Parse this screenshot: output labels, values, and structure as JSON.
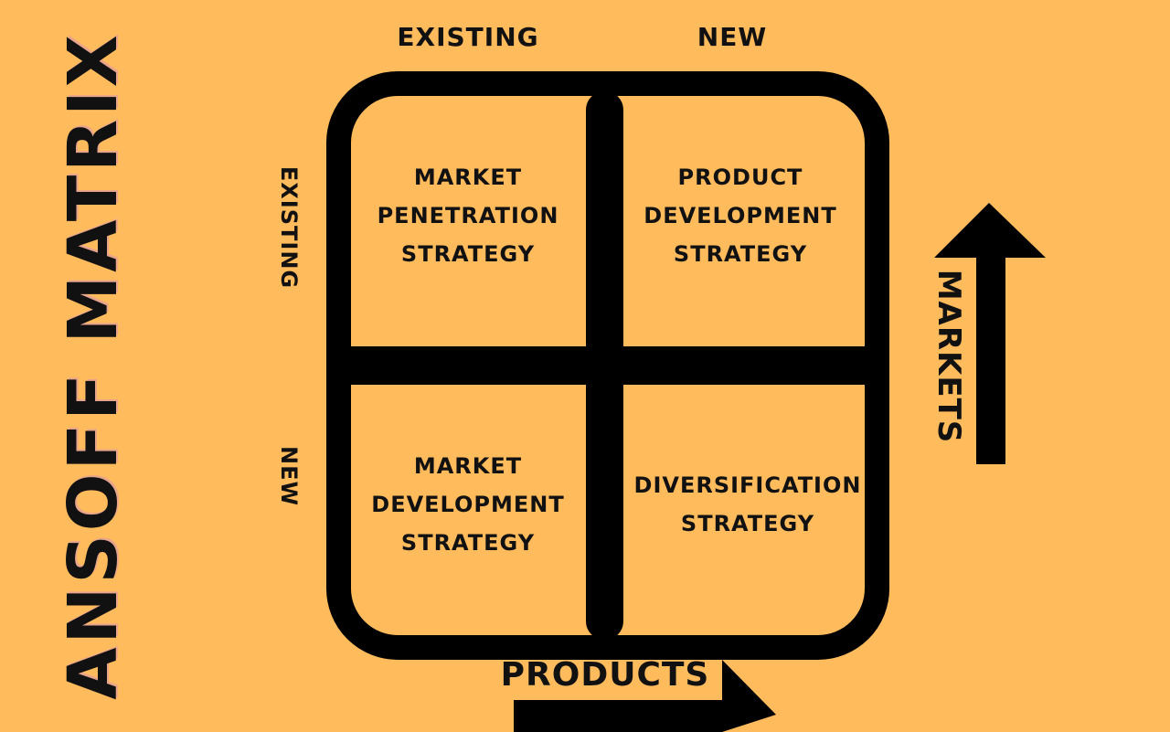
{
  "title": "ANSOFF MATRIX",
  "columns": {
    "existing": "EXISTING",
    "new": "NEW"
  },
  "rows": {
    "existing": "EXISTING",
    "new": "NEW"
  },
  "cells": {
    "top_left": "MARKET\nPENETRATION\nSTRATEGY",
    "top_right": "PRODUCT\nDEVELOPMENT\nSTRATEGY",
    "bottom_left": "MARKET\nDEVELOPMENT\nSTRATEGY",
    "bottom_right": "DIVERSIFICATION\nSTRATEGY"
  },
  "axes": {
    "markets": "MARKETS",
    "products": "PRODUCTS"
  },
  "colors": {
    "background": "#FFBB5C",
    "ink": "#000000",
    "title_shadow": "#E8A58C"
  }
}
